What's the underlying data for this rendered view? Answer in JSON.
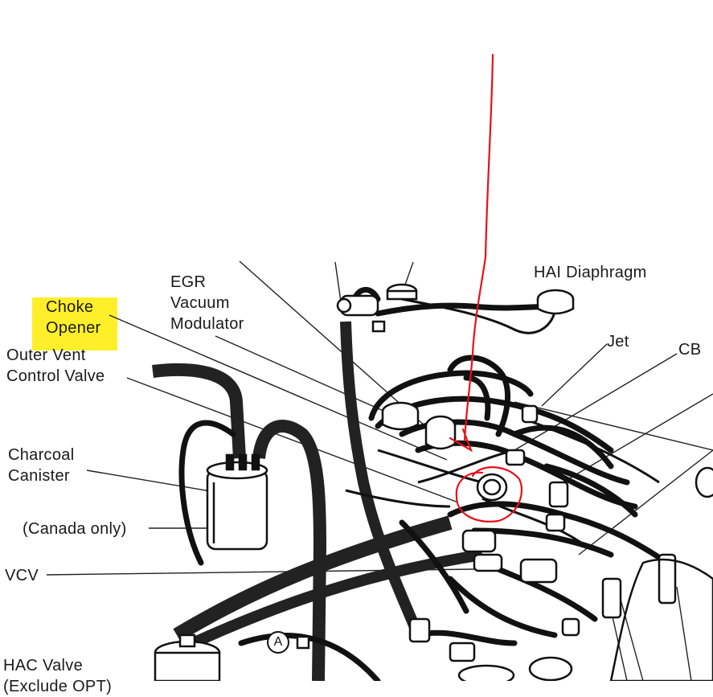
{
  "labels": {
    "choke_opener_line1": "Choke",
    "choke_opener_line2": "Opener",
    "egr_line1": "EGR",
    "egr_line2": "Vacuum",
    "egr_line3": "Modulator",
    "outer_vent_line1": "Outer Vent",
    "outer_vent_line2": "Control Valve",
    "charcoal_line1": "Charcoal",
    "charcoal_line2": "Canister",
    "canada": "(Canada only)",
    "vcv": "VCV",
    "hac_line1": "HAC Valve",
    "hac_line2": "(Exclude OPT)",
    "hai": "HAI Diaphragm",
    "jet": "Jet",
    "cb": "CB",
    "marker_a": "A"
  },
  "annotations": {
    "highlight_color": "#ffef2a",
    "markup_color": "#e8101a"
  }
}
